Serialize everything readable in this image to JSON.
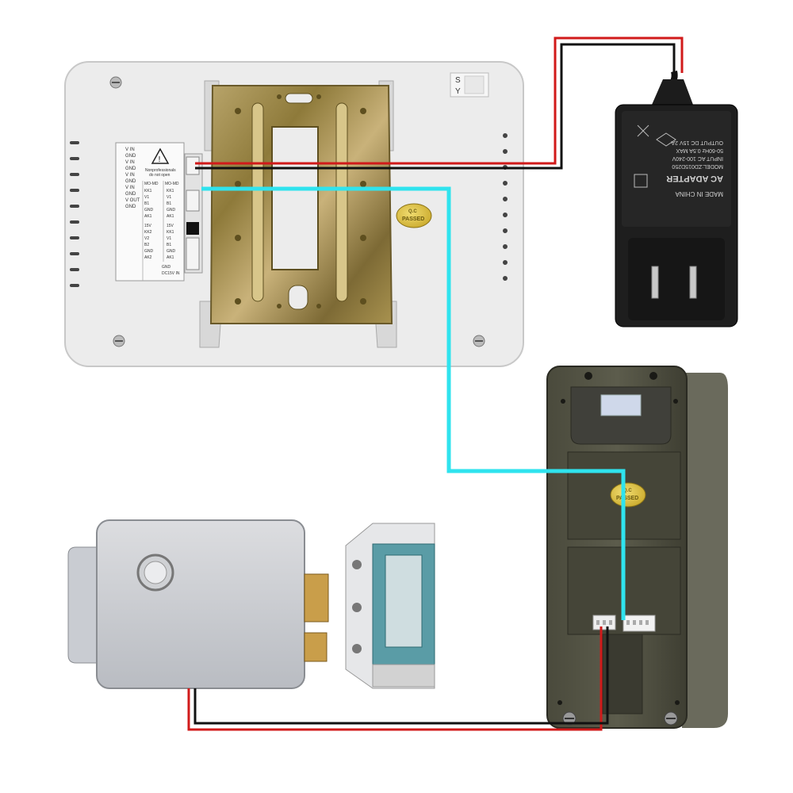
{
  "monitor": {
    "label_panel": {
      "left_pins": [
        "V IN",
        "GND",
        "V IN",
        "GND",
        "V IN",
        "GND",
        "V IN",
        "GND",
        "V OUT",
        "GND"
      ],
      "warning_text": [
        "Nonprofessionals",
        "do not open"
      ],
      "mo_md_header": [
        "MO-MD",
        "MO-MD"
      ],
      "row_labels_a": [
        "KK1",
        "V1",
        "B1",
        "GND",
        "AK1"
      ],
      "row_labels_b": [
        "KK1",
        "V1",
        "B1",
        "GND",
        "AK1"
      ],
      "row_labels_c": [
        "15V",
        "KK2",
        "V2",
        "B2",
        "GND",
        "AK2"
      ],
      "row_labels_d": [
        "15V",
        "KK1",
        "V1",
        "B1",
        "GND",
        "AK1"
      ],
      "power_labels": [
        "GND",
        "DC15V IN"
      ]
    },
    "sticker": [
      "S",
      "Y"
    ],
    "qc_stamp": [
      "Q.C",
      "PASSED"
    ]
  },
  "adapter": {
    "label_lines": [
      "MADE IN CHINA",
      "AC ADAPTER",
      "MODEL:ZD015D250",
      "INPUT AC 100-240V",
      "50-60Hz 0.5A MAX",
      "OUTPUT DC 15V 2A"
    ]
  },
  "door_station": {
    "qc_stamp": [
      "Q.C",
      "PASSED"
    ]
  },
  "wires": {
    "power": "#d11a1a",
    "ground": "#111111",
    "signal": "#2fe3ee",
    "lock": "#d11a1a"
  }
}
